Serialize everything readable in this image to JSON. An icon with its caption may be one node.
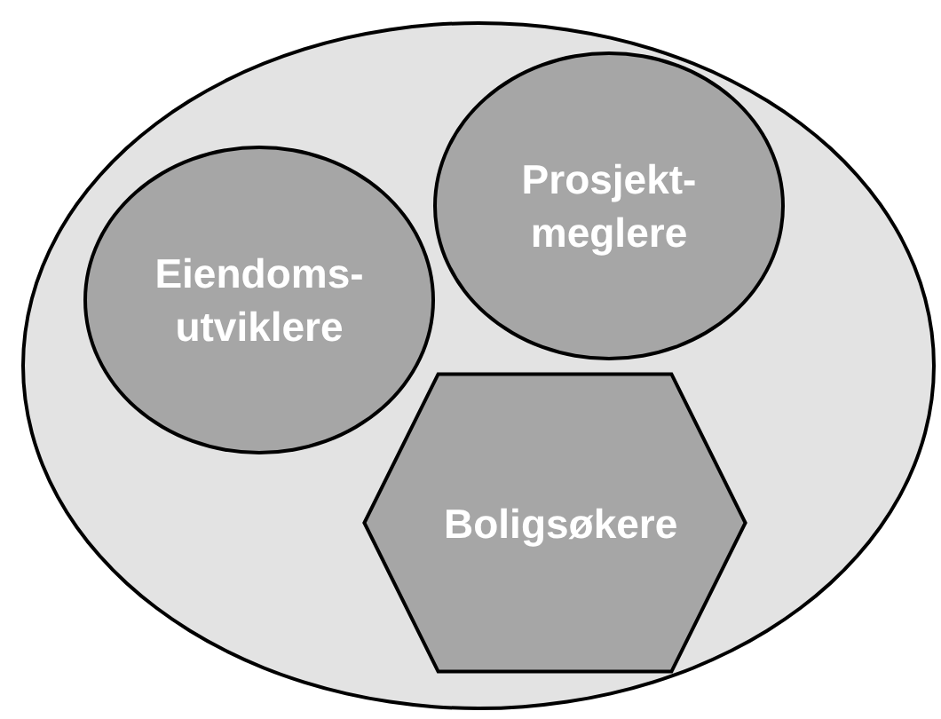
{
  "diagram": {
    "nodes": [
      {
        "text": [],
        "shape": "ellipse"
      },
      {
        "text": [
          "Eiendoms- utviklere"
        ],
        "in": 0
      },
      {
        "text": [
          "Prosjekt- meglere"
        ],
        "in": 0
      },
      {
        "text": [
          "Boligsøkere"
        ],
        "in": 0
      }
    ],
    "edges": []
  }
}
